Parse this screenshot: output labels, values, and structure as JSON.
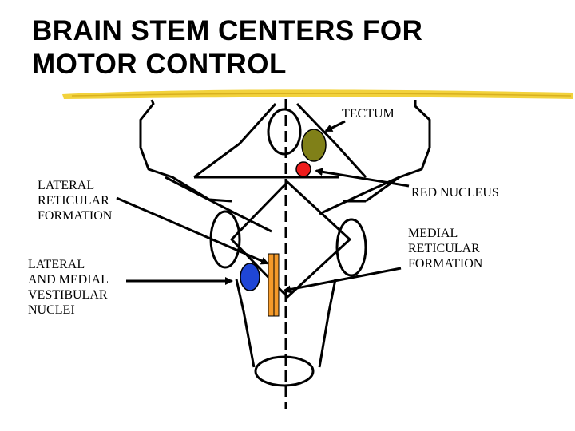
{
  "slide": {
    "title": "BRAIN STEM CENTERS FOR\nMOTOR CONTROL"
  },
  "labels": {
    "tectum": "TECTUM",
    "lateral_reticular": "LATERAL\nRETICULAR\nFORMATION",
    "red_nucleus": "RED NUCLEUS",
    "medial_reticular": "MEDIAL\nRETICULAR\nFORMATION",
    "vestibular": "LATERAL\nAND MEDIAL\nVESTIBULAR\nNUCLEI"
  },
  "colors": {
    "title_underline": "#f2d23c",
    "tectum_nucleus": "#808018",
    "red_nucleus": "#ee1c1c",
    "vestibular_nucleus": "#1f46d6",
    "reticular_column": "#f59a2a",
    "outline": "#000000"
  }
}
